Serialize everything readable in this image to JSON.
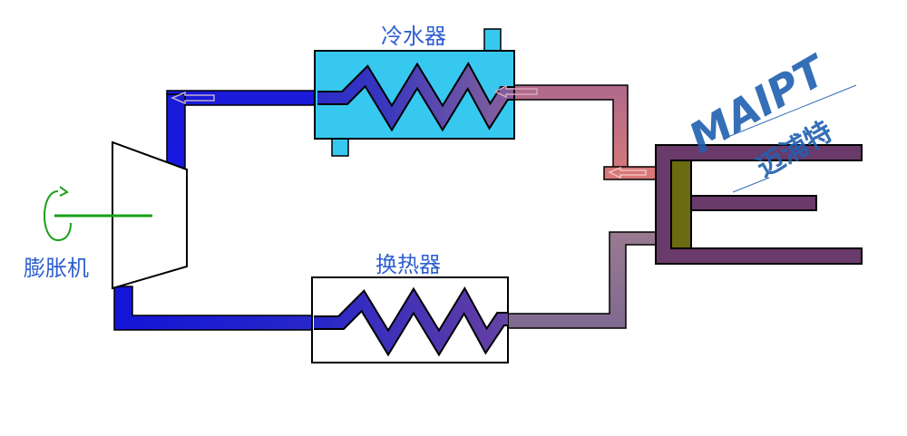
{
  "labels": {
    "cooler": "冷水器",
    "heat_exchanger": "换热器",
    "expander": "膨胀机"
  },
  "watermark": {
    "latin": "MAIPT",
    "cjk": "迈浦特"
  },
  "colors": {
    "cold_blue": "#1a1ad8",
    "mid_blue": "#3a3ac0",
    "purple": "#6a4a9a",
    "warm_pink": "#c87080",
    "cooler_fill": "#37c8f0",
    "cylinder": "#6a3a6a",
    "piston": "#6b6b10",
    "shaft": "#18a018",
    "label_text": "#2f5fd0",
    "watermark": "#2060b0"
  }
}
